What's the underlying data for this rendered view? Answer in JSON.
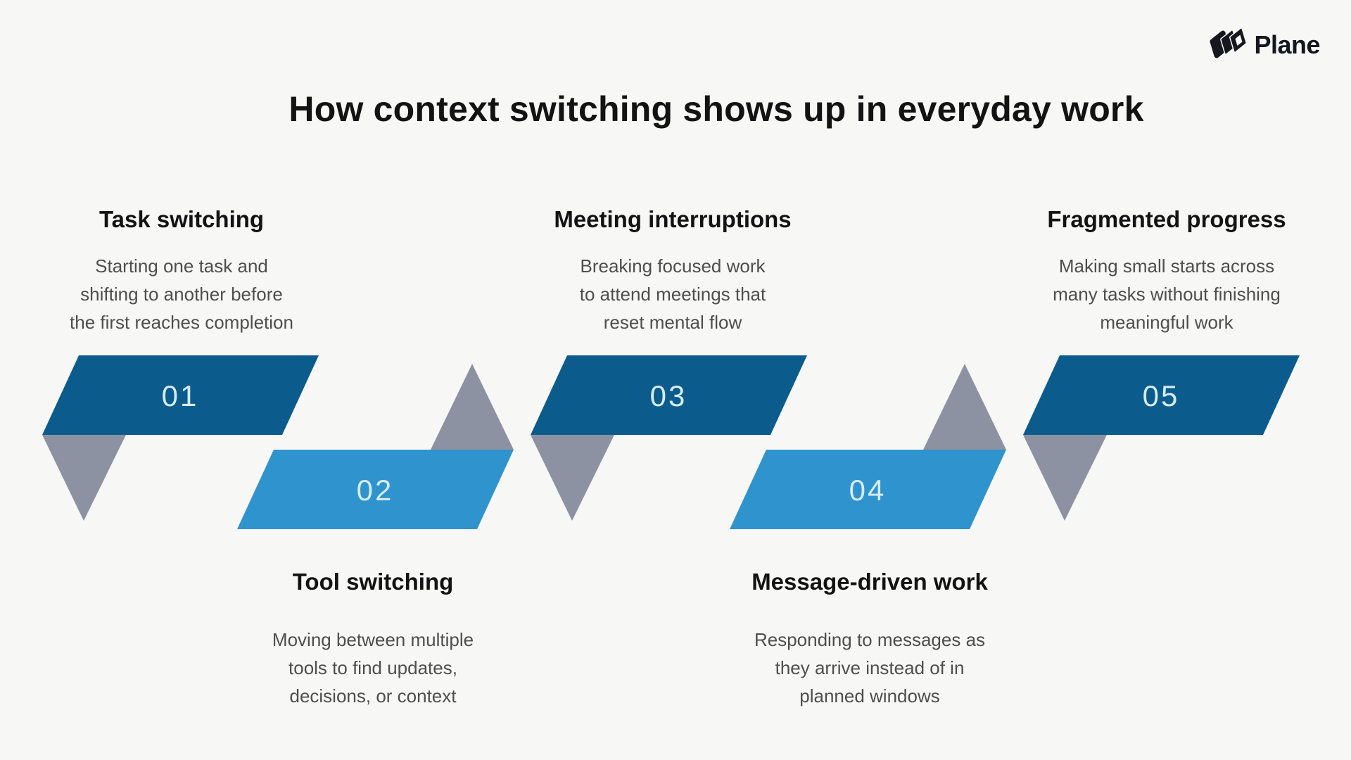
{
  "logo": {
    "text": "Plane"
  },
  "title": "How context switching shows up in everyday work",
  "colors": {
    "background": "#f7f7f6",
    "dark_blue": "#0b5c8d",
    "light_blue": "#2f93ce",
    "gray_fold": "#8d92a2",
    "number_text": "#d7ebf5",
    "heading_text": "#131313",
    "body_text": "#4e4e4e",
    "logo_ink": "#16161e"
  },
  "sections": [
    {
      "number": "01",
      "title": "Task switching",
      "description": "Starting one task and\nshifting to another before\nthe first reaches completion"
    },
    {
      "number": "02",
      "title": "Tool switching",
      "description": "Moving between multiple\ntools to find updates,\ndecisions, or context"
    },
    {
      "number": "03",
      "title": "Meeting interruptions",
      "description": "Breaking focused work\nto attend meetings that\nreset mental flow"
    },
    {
      "number": "04",
      "title": "Message-driven work",
      "description": "Responding to messages as\nthey arrive instead of in\nplanned windows"
    },
    {
      "number": "05",
      "title": "Fragmented progress",
      "description": "Making small starts across\nmany tasks without finishing\nmeaningful work"
    }
  ]
}
